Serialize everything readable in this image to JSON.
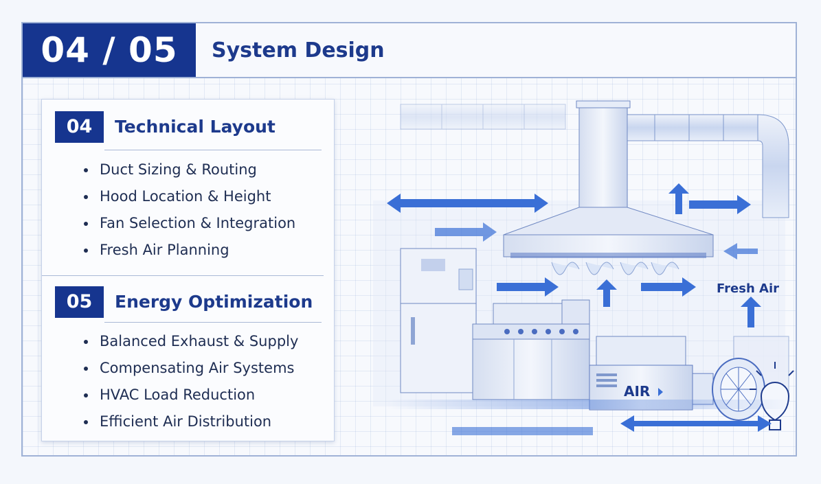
{
  "header": {
    "badge": "04 / 05",
    "title": "System Design"
  },
  "sections": [
    {
      "number": "04",
      "title": "Technical Layout",
      "items": [
        "Duct Sizing & Routing",
        "Hood Location & Height",
        "Fan Selection & Integration",
        "Fresh Air Planning"
      ]
    },
    {
      "number": "05",
      "title": "Energy Optimization",
      "items": [
        "Balanced Exhaust & Supply",
        "Compensating Air Systems",
        "HVAC Load Reduction",
        "Efficient Air Distribution"
      ]
    }
  ],
  "illustration": {
    "fresh_air_label": "Fresh Air",
    "air_unit_label": "AIR"
  },
  "colors": {
    "brand_navy": "#16358f",
    "title_blue": "#1d3a8c",
    "arrow_blue": "#3a6fd6",
    "grid_blue": "#9fb2d6"
  },
  "icons": [
    "exhaust-hood-icon",
    "duct-icon",
    "fan-icon",
    "lightbulb-icon",
    "arrow-icon"
  ]
}
